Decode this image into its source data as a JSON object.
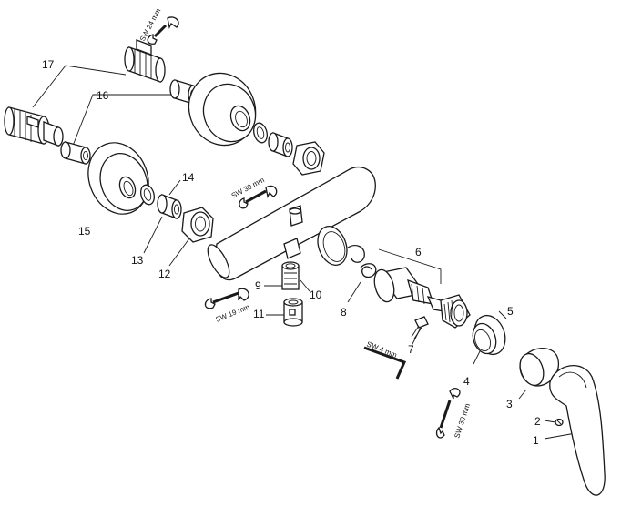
{
  "labels": {
    "n1": "1",
    "n2": "2",
    "n3": "3",
    "n4": "4",
    "n5": "5",
    "n6": "6",
    "n7": "7",
    "n8": "8",
    "n9": "9",
    "n10": "10",
    "n11": "11",
    "n12": "12",
    "n13": "13",
    "n14": "14",
    "n15": "15",
    "n16": "16",
    "n17": "17"
  },
  "tools": {
    "sw24": "SW 24 mm",
    "sw30_top": "SW 30 mm",
    "sw19": "SW 19 mm",
    "sw4": "SW 4 mm",
    "sw30_bottom": "SW 30 mm"
  }
}
